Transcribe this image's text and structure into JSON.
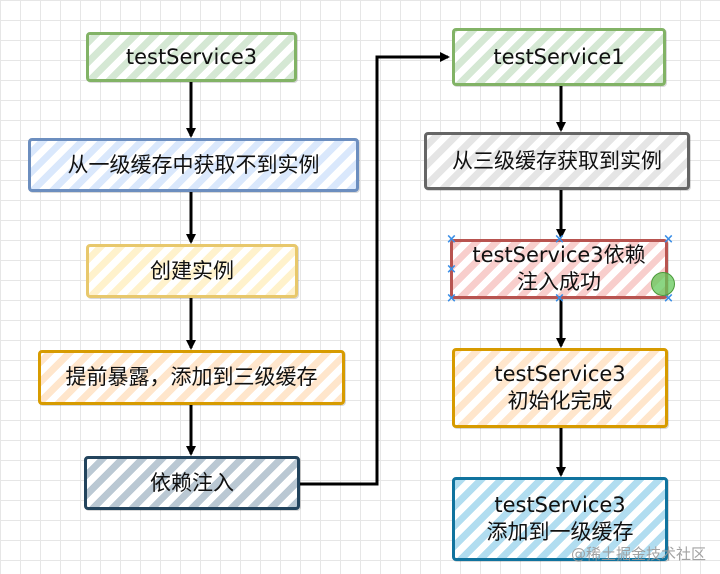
{
  "nodes": {
    "ts3": "testService3",
    "l1_miss": "从一级缓存中获取不到实例",
    "create": "创建实例",
    "expose": "提前暴露，添加到三级缓存",
    "inject": "依赖注入",
    "ts1": "testService1",
    "l3_hit": "从三级缓存获取到实例",
    "inject_ok": "testService3依赖\n注入成功",
    "init_done": "testService3\n初始化完成",
    "add_l1": "testService3\n添加到一级缓存"
  },
  "colors": {
    "green": "#82b366",
    "blue": "#6c8ebf",
    "yellow": "#e8c86c",
    "orange": "#d79b00",
    "slate": "#23445d",
    "gray": "#666666",
    "red": "#b85450",
    "cyan": "#10739e",
    "arrow": "#000000"
  },
  "watermark": "@稀土掘金技术社区"
}
